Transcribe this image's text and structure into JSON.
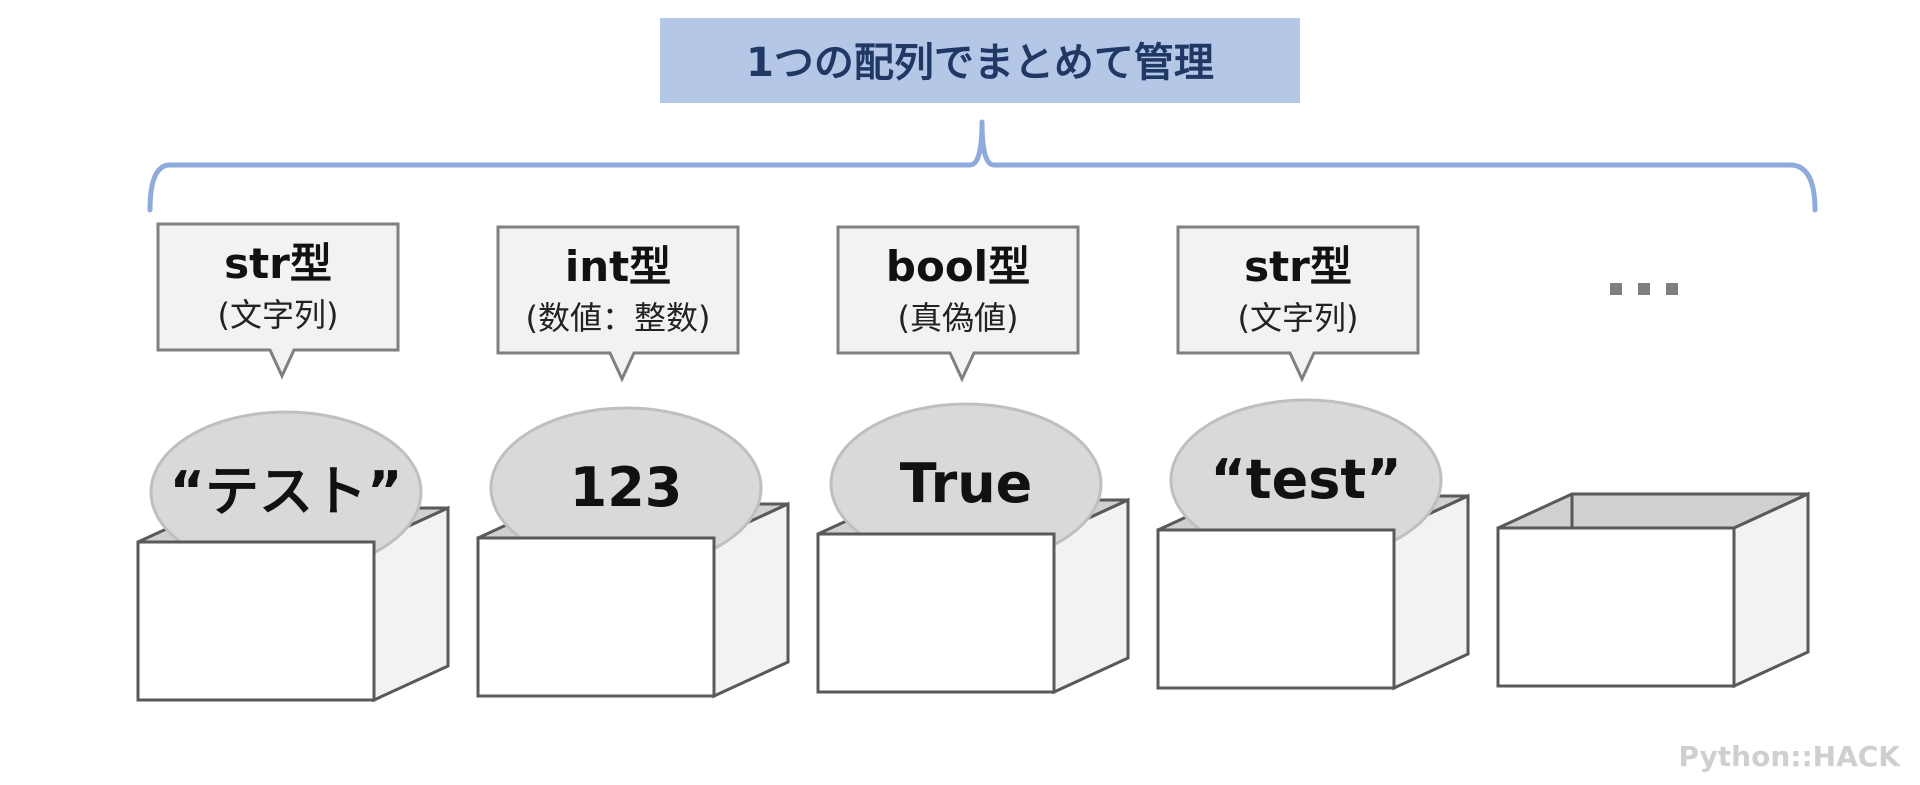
{
  "title": "1つの配列でまとめて管理",
  "colors": {
    "title_bg": "#b4c7e7",
    "title_text": "#1f3864",
    "brace": "#8faadc",
    "callout_bg": "#f2f2f2",
    "callout_border": "#808080",
    "ellipse_fill": "#d9d9d9",
    "box_stroke": "#595959",
    "box_side": "#f2f2f2"
  },
  "items": [
    {
      "type": "str型",
      "desc": "(文字列)",
      "value": "“テスト”"
    },
    {
      "type": "int型",
      "desc": "(数値：整数)",
      "value": "123"
    },
    {
      "type": "bool型",
      "desc": "(真偽値)",
      "value": "True"
    },
    {
      "type": "str型",
      "desc": "(文字列)",
      "value": "“test”"
    }
  ],
  "ellipsis": "…",
  "watermark": "Python::HACK"
}
